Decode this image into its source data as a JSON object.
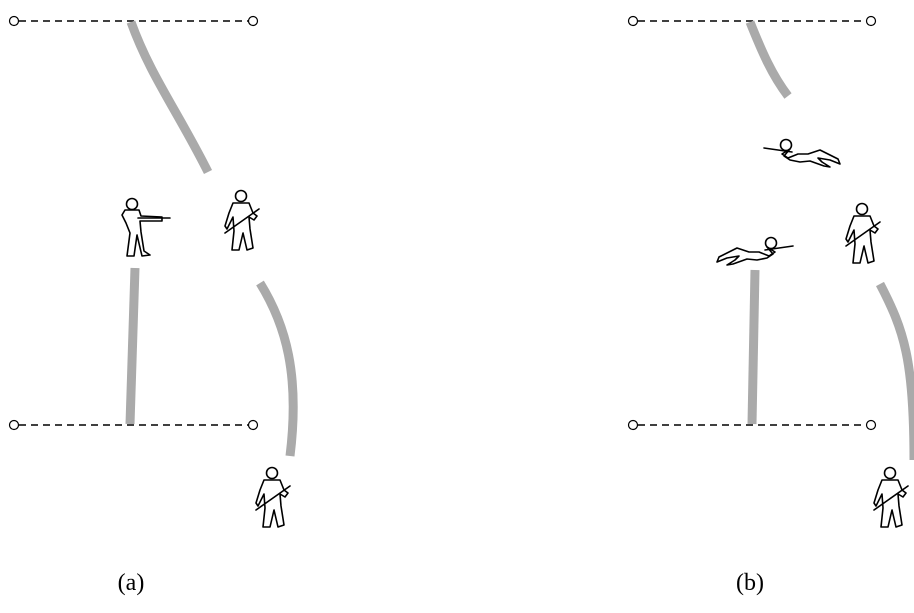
{
  "panels": [
    {
      "id": "a",
      "caption": "(a)"
    },
    {
      "id": "b",
      "caption": "(b)"
    }
  ],
  "colors": {
    "background": "#ffffff",
    "line": "#000000",
    "route": "#aaaaaa"
  },
  "icons": {
    "standing_aiming": "soldier-aiming-standing-icon",
    "ready": "soldier-ready-icon",
    "prone": "soldier-prone-icon"
  }
}
